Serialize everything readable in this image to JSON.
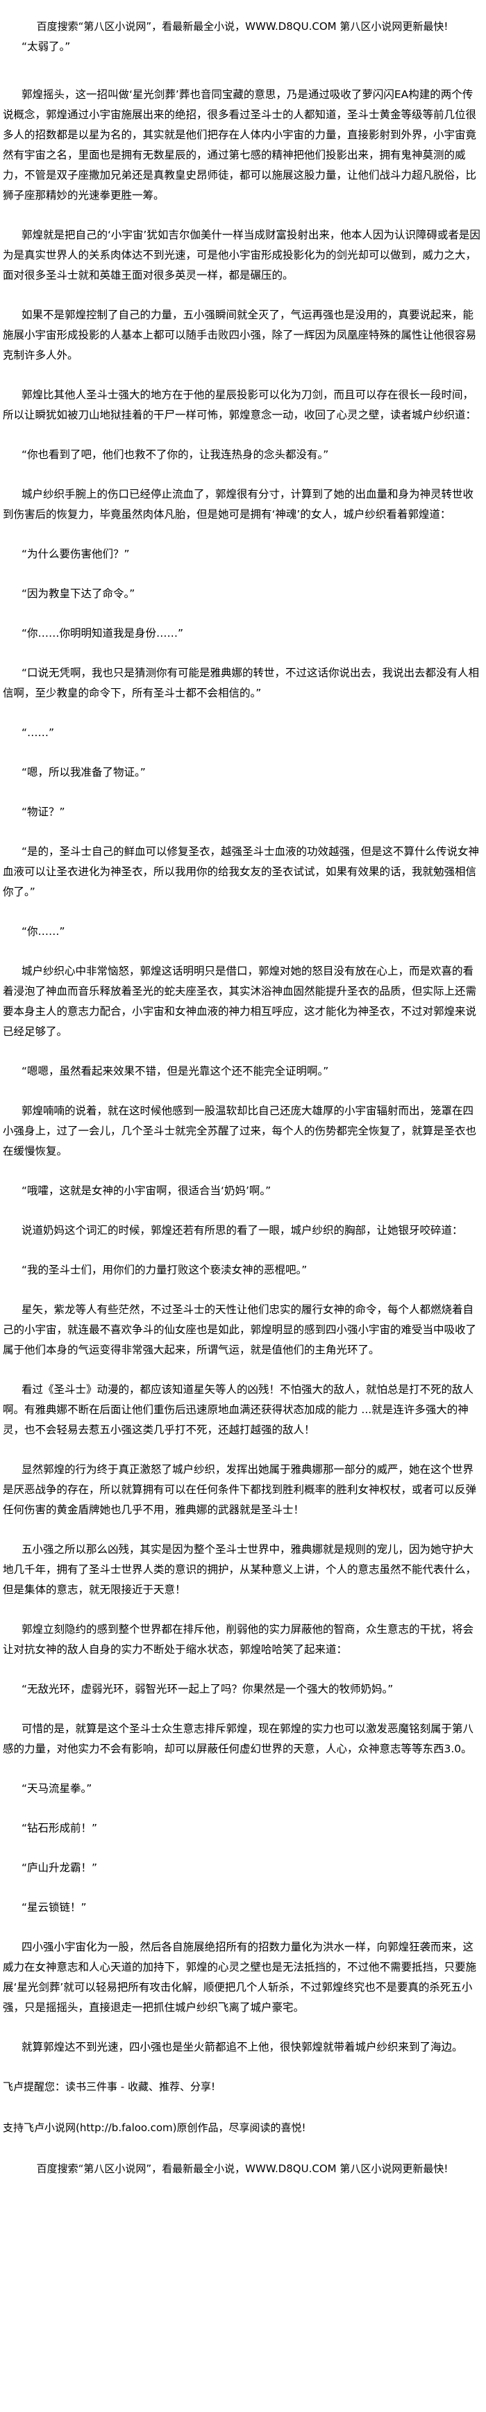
{
  "banner": {
    "text": "百度搜索“第八区小说网”，看最新最全小说，WWW.D8QU.COM  第八区小说网更新最快!"
  },
  "chapter": {
    "paragraphs": [
      "“太弱了。”",
      "郭煌摇头，这一招叫做‘星光剑葬’葬也音同宝藏的意思，乃是通过吸收了萝闪闪EA构建的两个传说概念，郭煌通过小宇宙施展出来的绝招，很多看过圣斗士的人都知道，圣斗士黄金等级等前几位很多人的招数都是以星为名的，其实就是他们把存在人体内小宇宙的力量，直接影射到外界，小宇宙竟然有宇宙之名，里面也是拥有无数星辰的，通过第七感的精神把他们投影出来，拥有鬼神莫测的威力，不管是双子座撒加兄弟还是真教皇史昂师徒，都可以施展这股力量，让他们战斗力超凡脱俗，比狮子座那精妙的光速拳更胜一筹。",
      "郭煌就是把自己的‘小宇宙’犹如吉尔伽美什一样当成财富投射出来，他本人因为认识障碍或者是因为是真实世界人的关系肉体达不到光速，可是他小宇宙形成投影化为的剑光却可以做到，威力之大，面对很多圣斗士就和英雄王面对很多英灵一样，都是碾压的。",
      "如果不是郭煌控制了自己的力量，五小强瞬间就全灭了，气运再强也是没用的，真要说起来，能施展小宇宙形成投影的人基本上都可以随手击败四小强，除了一辉因为凤凰座特殊的属性让他很容易克制许多人外。",
      "郭煌比其他人圣斗士强大的地方在于他的星辰投影可以化为刀剑，而且可以存在很长一段时间，所以让瞬犹如被刀山地狱挂着的干尸一样可怖，郭煌意念一动，收回了心灵之壁，读者城户纱织道：",
      "“你也看到了吧，他们也救不了你的，让我连热身的念头都没有。”",
      "城户纱织手腕上的伤口已经停止流血了，郭煌很有分寸，计算到了她的出血量和身为神灵转世收到伤害后的恢复力，毕竟虽然肉体凡胎，但是她可是拥有‘神魂’的女人，城户纱织看着郭煌道：",
      "“为什么要伤害他们？”",
      "“因为教皇下达了命令。”",
      "“你……你明明知道我是身份……”",
      "“口说无凭啊，我也只是猜测你有可能是雅典娜的转世，不过这话你说出去，我说出去都没有人相信啊，至少教皇的命令下，所有圣斗士都不会相信的。”",
      "“……”",
      "“嗯，所以我准备了物证。”",
      "“物证？”",
      "“是的，圣斗士自己的鲜血可以修复圣衣，越强圣斗士血液的功效越强，但是这不算什么传说女神血液可以让圣衣进化为神圣衣，所以我用你的给我女友的圣衣试试，如果有效果的话，我就勉强相信你了。”",
      "“你……”",
      "城户纱织心中非常恼怒，郭煌这话明明只是借口，郭煌对她的怒目没有放在心上，而是欢喜的看着浸泡了神血而音乐释放着圣光的蛇夫座圣衣，其实沐浴神血固然能提升圣衣的品质，但实际上还需要本身主人的意志力配合，小宇宙和女神血液的神力相互呼应，这才能化为神圣衣，不过对郭煌来说已经足够了。",
      "“嗯嗯，虽然看起来效果不错，但是光靠这个还不能完全证明啊。”",
      "郭煌喃喃的说着，就在这时候他感到一股温软却比自己还庞大雄厚的小宇宙辐射而出，笼罩在四小强身上，过了一会儿，几个圣斗士就完全苏醒了过来，每个人的伤势都完全恢复了，就算是圣衣也在缓慢恢复。",
      "“哦嚯，这就是女神的小宇宙啊，很适合当‘奶妈’啊。”",
      "说道奶妈这个词汇的时候，郭煌还若有所思的看了一眼，城户纱织的胸部，让她银牙咬碎道：",
      "“我的圣斗士们，用你们的力量打败这个亵渎女神的恶棍吧。”",
      "星矢，紫龙等人有些茫然，不过圣斗士的天性让他们忠实的履行女神的命令，每个人都燃烧着自己的小宇宙，就连最不喜欢争斗的仙女座也是如此，郭煌明显的感到四小强小宇宙的难受当中吸收了属于他们本身的气运变得非常强大起来，所谓气运，就是值他们的主角光环了。",
      "看过《圣斗士》动漫的，都应该知道星矢等人的凶残！不怕强大的敌人，就怕总是打不死的敌人啊。有雅典娜不断在后面让他们重伤后迅速原地血满还获得状态加成的能力 ...就是连许多强大的神灵，也不会轻易去惹五小强这类几乎打不死，还越打越强的敌人！",
      "显然郭煌的行为终于真正激怒了城户纱织，发挥出她属于雅典娜那一部分的威严，她在这个世界是厌恶战争的存在，所以就算拥有可以在任何条件下都找到胜利概率的胜利女神权杖，或者可以反弹任何伤害的黄金盾牌她也几乎不用，雅典娜的武器就是圣斗士！",
      "五小强之所以那么凶残，其实是因为整个圣斗士世界中，雅典娜就是规则的宠儿，因为她守护大地几千年，拥有了圣斗士世界人类的意识的拥护，从某种意义上讲，个人的意志虽然不能代表什么，但是集体的意志，就无限接近于天意！",
      "郭煌立刻隐约的感到整个世界都在排斥他，削弱他的实力屏蔽他的智商，众生意志的干扰，将会让对抗女神的敌人自身的实力不断处于缩水状态，郭煌哈哈笑了起来道：",
      "“无敌光环，虚弱光环，弱智光环一起上了吗？你果然是一个强大的牧师奶妈。”",
      "可惜的是，就算是这个圣斗士众生意志排斥郭煌，现在郭煌的实力也可以激发恶魔铭刻属于第八感的力量，对他实力不会有影响，却可以屏蔽任何虚幻世界的天意，人心，众神意志等等东西3.0。",
      "“天马流星拳。”",
      "“钻石形成前！”",
      "“庐山升龙霸！”",
      "“星云锁链！”",
      "四小强小宇宙化为一股，然后各自施展绝招所有的招数力量化为洪水一样，向郭煌狂袭而来，这威力在女神意志和人心天道的加持下，郭煌的心灵之壁也是无法抵挡的，不过他不需要抵挡，只要施展‘星光剑葬’就可以轻易把所有攻击化解，顺便把几个人斩杀，不过郭煌终究也不是要真的杀死五小强，只是摇摇头，直接退走一把抓住城户纱织飞离了城户豪宅。",
      "就算郭煌达不到光速，四小强也是坐火箭都追不上他，很快郭煌就带着城户纱织来到了海边。"
    ]
  },
  "footer": {
    "reminder": "飞卢提醒您：读书三件事 - 收藏、推荐、分享!",
    "support": "支持飞卢小说网(http://b.faloo.com)原创作品，尽享阅读的喜悦!"
  }
}
